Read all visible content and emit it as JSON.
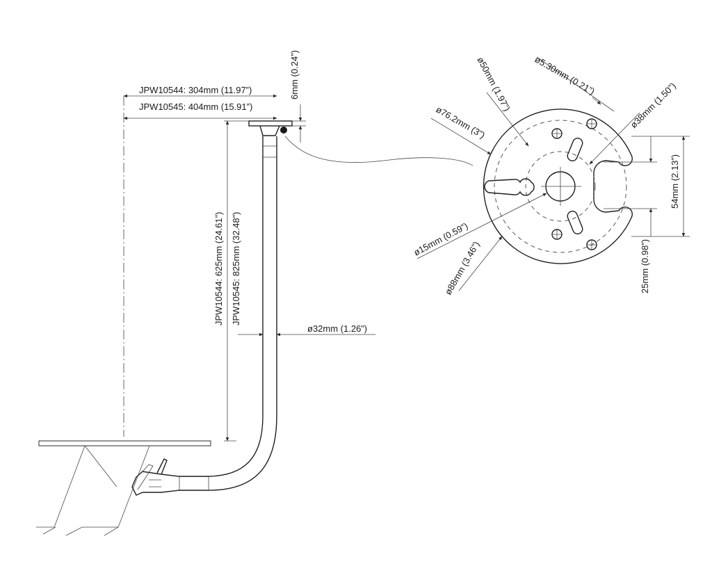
{
  "side_view": {
    "width_544": "JPW10544: 304mm (11.97”)",
    "width_545": "JPW10545: 404mm (15.91”)",
    "plate_thickness": "6mm (0.24”)",
    "height_544": "JPW10544: 625mm (24.61”)",
    "height_545": "JPW10545: 825mm (32.48”)",
    "pipe_diameter": "ø32mm (1.26”)"
  },
  "plate_view": {
    "d50": "ø50mm (1.97”)",
    "d530": "ø5.30mm (0.21”)",
    "d76": "ø76.2mm (3”)",
    "d38": "ø38mm (1.50”)",
    "h54": "54mm (2.13”)",
    "d15": "ø15mm (0.59”)",
    "d88": "ø88mm (3.46”)",
    "h25": "25mm (0.98”)"
  }
}
